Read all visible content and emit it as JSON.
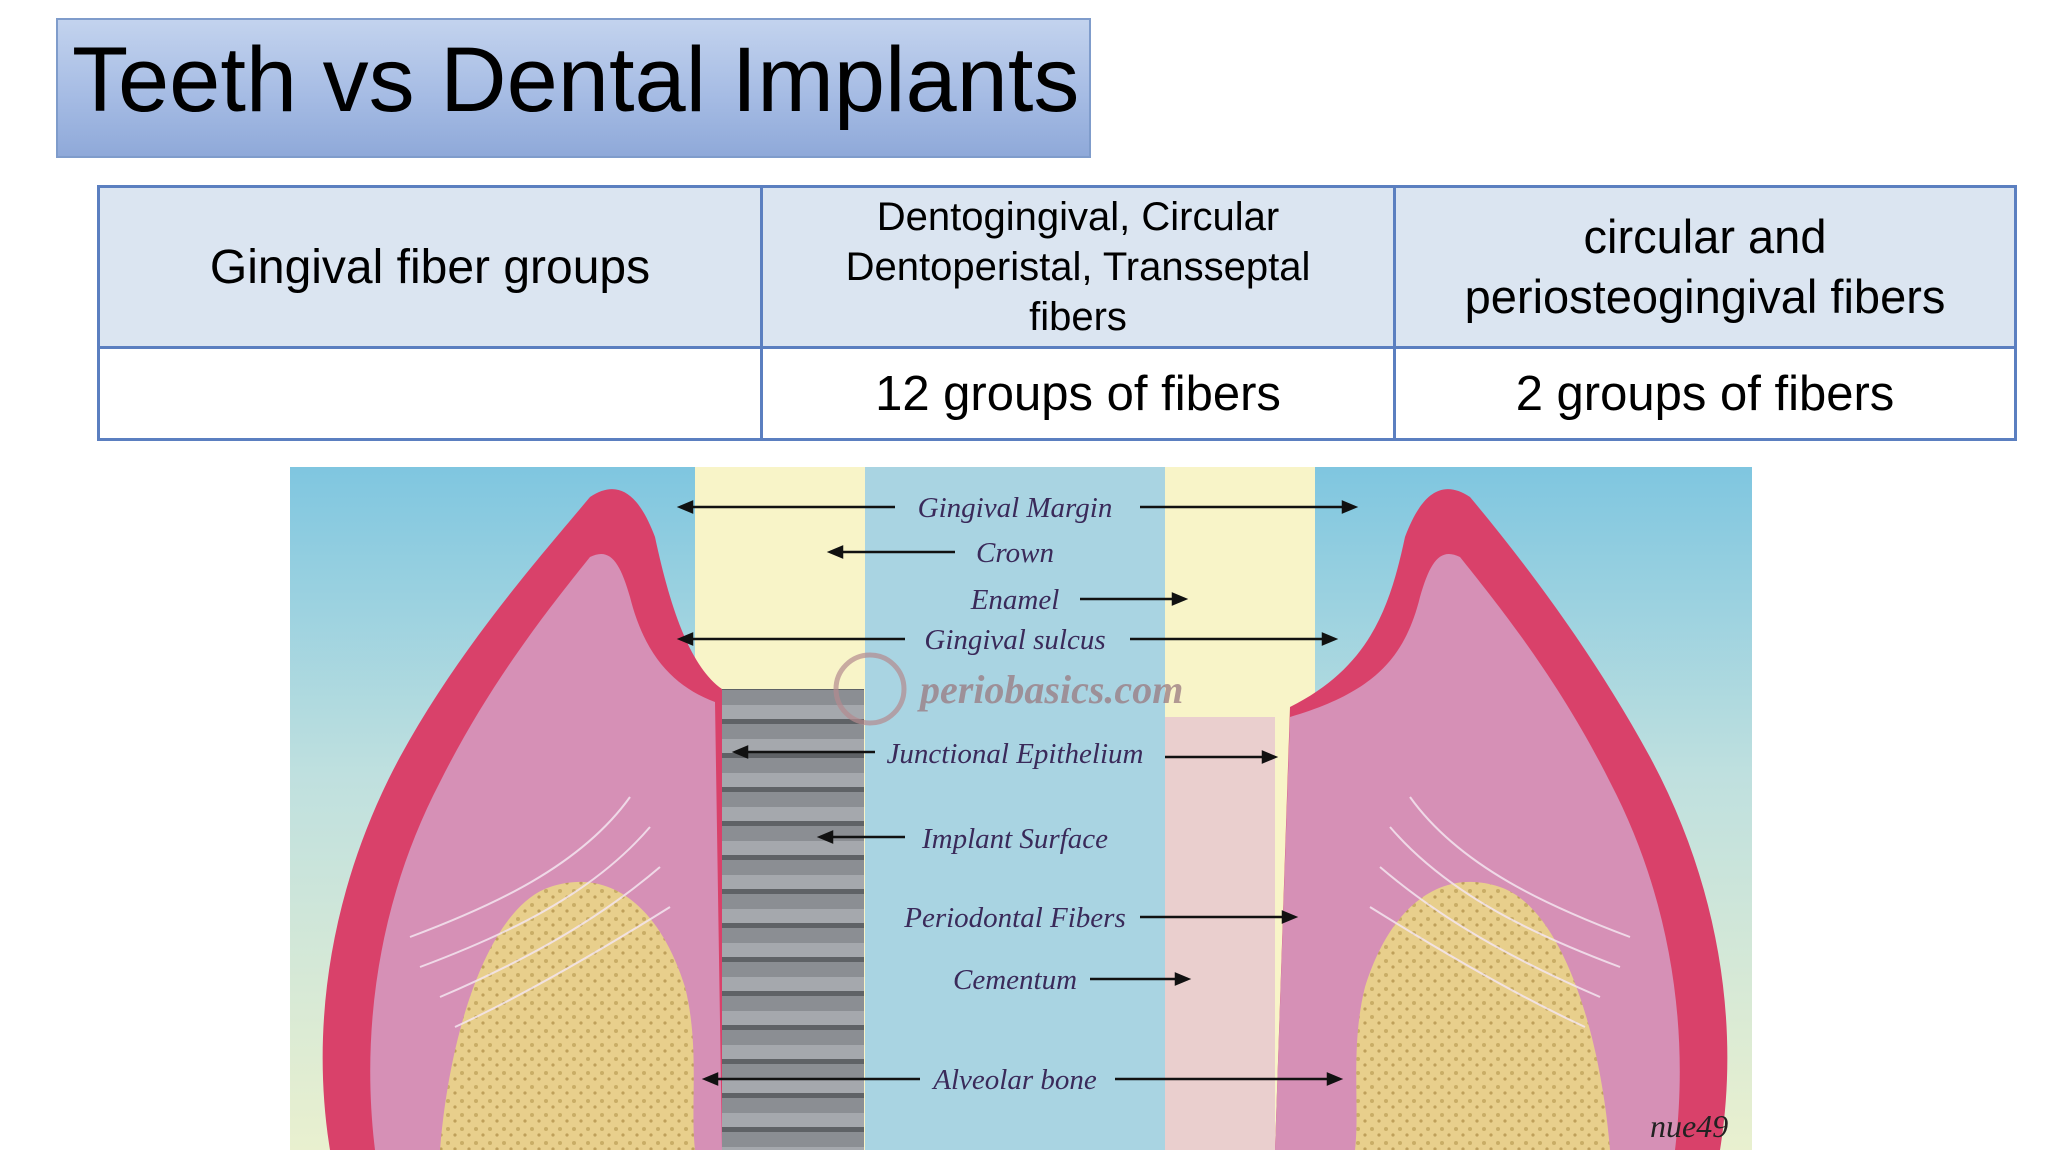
{
  "title": "Teeth vs Dental Implants",
  "table": {
    "header_row": {
      "label": "Gingival fiber groups",
      "teeth_lines": [
        "Dentogingival, Circular",
        "Dentoperistal, Transseptal",
        "fibers"
      ],
      "implant_lines": [
        "circular and",
        "periosteogingival fibers"
      ]
    },
    "second_row": {
      "label": "",
      "teeth": "12 groups of fibers",
      "implant": "2 groups of fibers"
    }
  },
  "figure": {
    "labels": {
      "gingival_margin": "Gingival Margin",
      "crown": "Crown",
      "enamel": "Enamel",
      "gingival_sulcus": "Gingival sulcus",
      "junctional_epithelium": "Junctional Epithelium",
      "implant_surface": "Implant Surface",
      "periodontal_fibers": "Periodontal Fibers",
      "cementum": "Cementum",
      "alveolar_bone": "Alveolar bone"
    },
    "watermark": "periobasics.com",
    "signature": "nue49",
    "colors": {
      "sky": "#8fcbe0",
      "gingiva_outer": "#d9416a",
      "gingiva_inner": "#d68fb4",
      "bone": "#e8cf8c",
      "crown": "#f8f4c8",
      "implant": "#8a8d92"
    }
  }
}
